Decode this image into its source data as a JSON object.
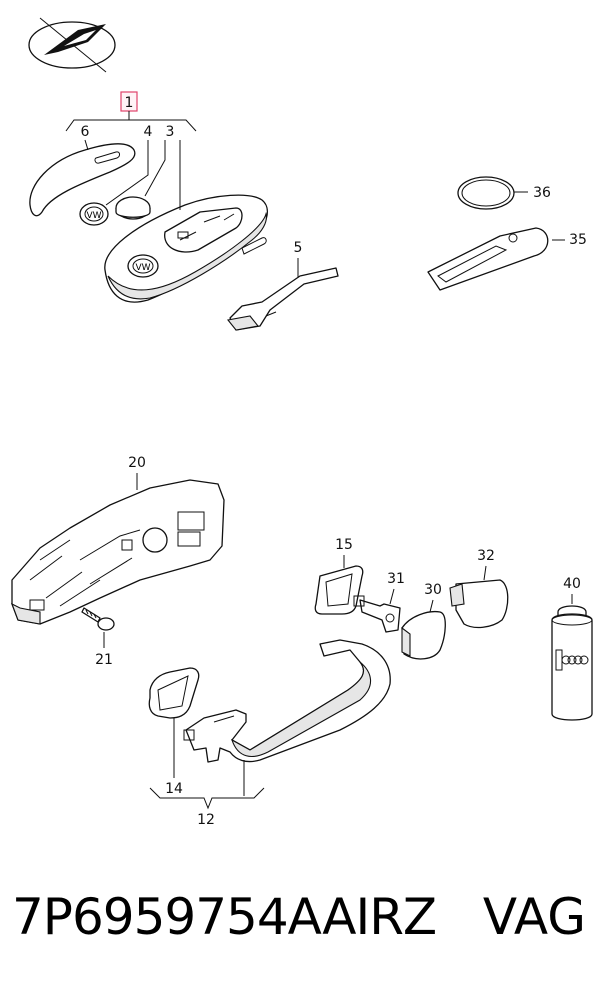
{
  "callouts": {
    "c1": "1",
    "c3": "3",
    "c4": "4",
    "c5": "5",
    "c6": "6",
    "c12": "12",
    "c14": "14",
    "c15": "15",
    "c20": "20",
    "c21": "21",
    "c30": "30",
    "c31": "31",
    "c32": "32",
    "c35": "35",
    "c36": "36",
    "c40": "40"
  },
  "footer": {
    "part_number": "7P6959754AAIRZ",
    "brand": "VAG"
  },
  "colors": {
    "highlight_box": "#e0436c",
    "line": "#111111"
  }
}
